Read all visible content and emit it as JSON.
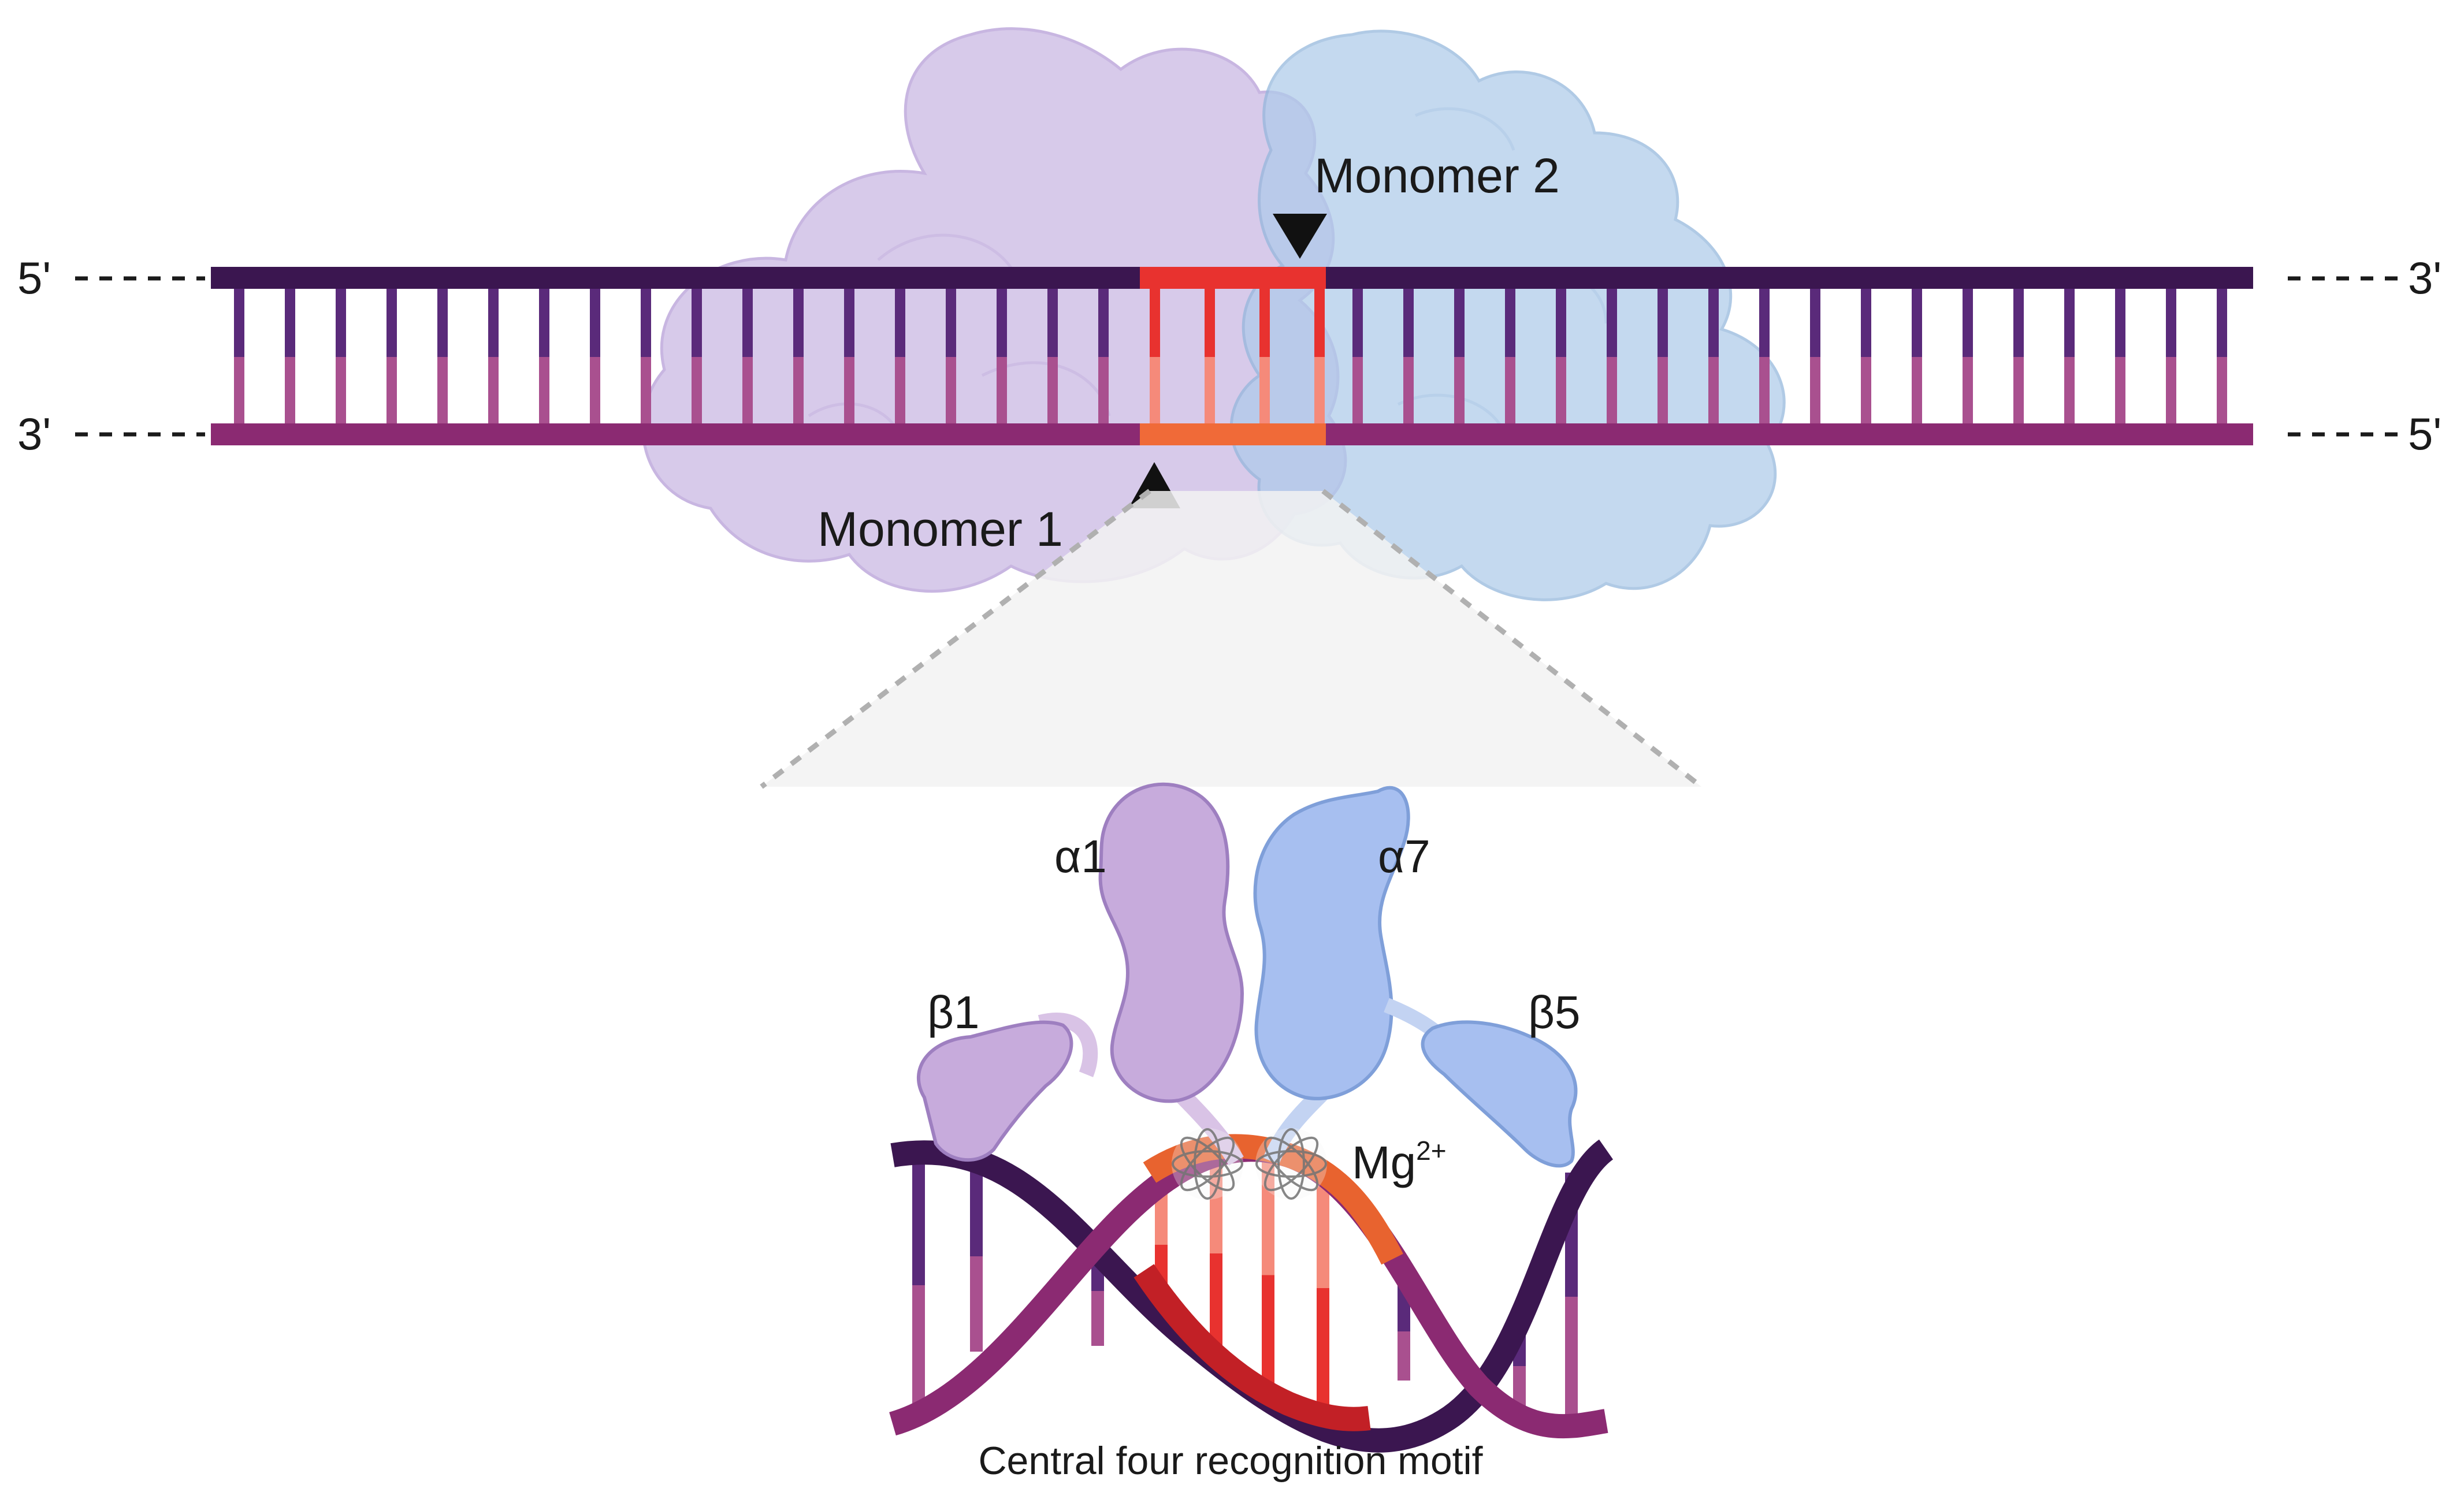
{
  "dsDNA": {
    "top_left_end": "5'",
    "top_right_end": "3'",
    "bottom_left_end": "3'",
    "bottom_right_end": "5'",
    "monomer_1_label": "Monomer 1",
    "monomer_2_label": "Monomer 2"
  },
  "zoom": {
    "alpha1_label": "α1",
    "alpha7_label": "α7",
    "beta1_label": "β1",
    "beta5_label": "β5",
    "metal_ion": "Mg",
    "metal_charge": "2+",
    "caption": "Central four recognition motif"
  },
  "colors": {
    "dna_strand_top": "#3b1650",
    "dna_strand_bottom": "#8b2a72",
    "base_dark": "#5a2a7a",
    "base_light": "#a9508f",
    "recognition_red": "#e8322f",
    "recognition_orange": "#f06a38",
    "recognition_salmon": "#f58a7a",
    "monomer_1": "#c8b6e2",
    "monomer_2": "#aecbea",
    "domain_alpha1": "#c7abdc",
    "domain_alpha7": "#a7bff0",
    "cleavage_marker": "#111111",
    "zoom_cone": "#f2f2f2"
  }
}
